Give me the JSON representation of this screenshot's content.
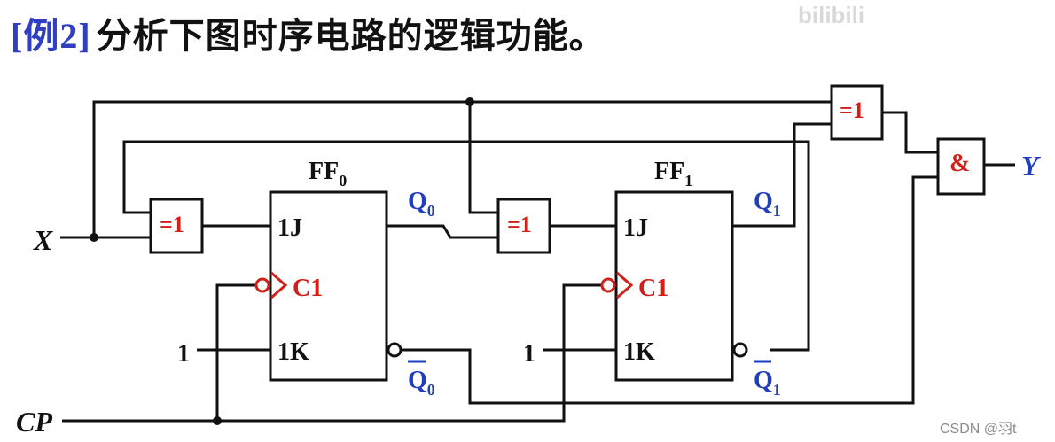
{
  "title": {
    "tag": "[例2]",
    "text": "分析下图时序电路的逻辑功能。"
  },
  "watermark": "bilibili",
  "credit": "CSDN @羽t",
  "flipflops": [
    {
      "name": "FF",
      "index": "0",
      "j": "1J",
      "clk": "C1",
      "k": "1K",
      "q": "Q",
      "q_sub": "0",
      "qbar": "Q",
      "qbar_sub": "0"
    },
    {
      "name": "FF",
      "index": "1",
      "j": "1J",
      "clk": "C1",
      "k": "1K",
      "q": "Q",
      "q_sub": "1",
      "qbar": "Q",
      "qbar_sub": "1"
    }
  ],
  "gates": {
    "xor_label": "=1",
    "and_label": "&"
  },
  "inputs": {
    "x": "X",
    "cp": "CP",
    "const_k0": "1",
    "const_k1": "1"
  },
  "output": {
    "y": "Y"
  },
  "colors": {
    "wire": "#111111",
    "label_blue": "#1f3fbf",
    "label_red": "#d0201a",
    "title_tag": "#2f3fc0"
  }
}
